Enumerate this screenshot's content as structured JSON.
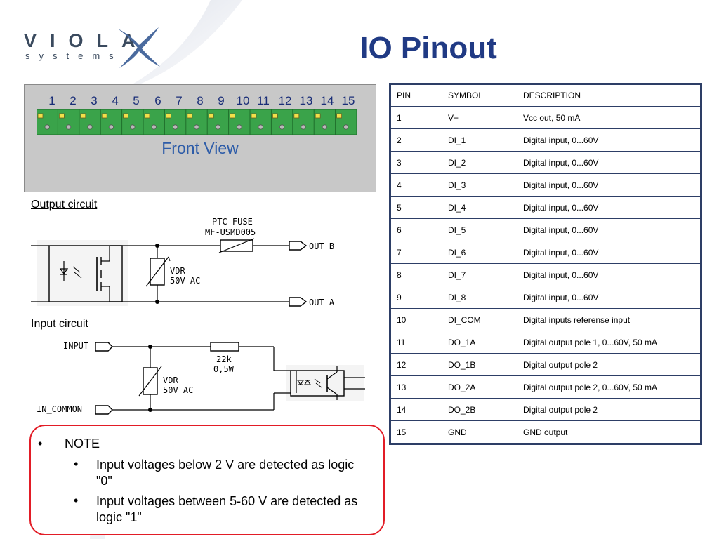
{
  "logo": {
    "wordmark": "VIOLA",
    "subtitle": "systems"
  },
  "title": "IO Pinout",
  "front_panel": {
    "pin_numbers": [
      "1",
      "2",
      "3",
      "4",
      "5",
      "6",
      "7",
      "8",
      "9",
      "10",
      "11",
      "12",
      "13",
      "14",
      "15"
    ],
    "view_label": "Front View"
  },
  "output_circuit": {
    "label": "Output circuit",
    "fuse_label_1": "PTC FUSE",
    "fuse_label_2": "MF-USMD005",
    "vdr_label_1": "VDR",
    "vdr_label_2": "50V AC",
    "out_b": "OUT_B",
    "out_a": "OUT_A"
  },
  "input_circuit": {
    "label": "Input circuit",
    "input_label": "INPUT",
    "common_label": "IN_COMMON",
    "resistor_label_1": "22k",
    "resistor_label_2": "0,5W",
    "vdr_label_1": "VDR",
    "vdr_label_2": "50V AC"
  },
  "table": {
    "headers": [
      "PIN",
      "SYMBOL",
      "DESCRIPTION"
    ],
    "rows": [
      [
        "1",
        "V+",
        "Vcc out, 50 mA"
      ],
      [
        "2",
        "DI_1",
        "Digital input, 0...60V"
      ],
      [
        "3",
        "DI_2",
        "Digital input, 0...60V"
      ],
      [
        "4",
        "DI_3",
        "Digital input, 0...60V"
      ],
      [
        "5",
        "DI_4",
        "Digital input, 0...60V"
      ],
      [
        "6",
        "DI_5",
        "Digital input, 0...60V"
      ],
      [
        "7",
        "DI_6",
        "Digital input, 0...60V"
      ],
      [
        "8",
        "DI_7",
        "Digital input, 0...60V"
      ],
      [
        "9",
        "DI_8",
        "Digital input, 0...60V"
      ],
      [
        "10",
        "DI_COM",
        "Digital inputs referense input"
      ],
      [
        "11",
        "DO_1A",
        "Digital output pole 1, 0...60V, 50 mA"
      ],
      [
        "12",
        "DO_1B",
        "Digital output pole 2"
      ],
      [
        "13",
        "DO_2A",
        "Digital output pole 2, 0...60V, 50 mA"
      ],
      [
        "14",
        "DO_2B",
        "Digital output pole 2"
      ],
      [
        "15",
        "GND",
        "GND output"
      ]
    ]
  },
  "note": {
    "bullet": "•",
    "heading": "NOTE",
    "items": [
      "Input voltages below 2 V are detected as logic \"0\"",
      "Input voltages between 5-60 V are detected as logic \"1\""
    ]
  },
  "colors": {
    "title": "#203a84",
    "terminal_green": "#3aa34a",
    "note_border": "#e21c26",
    "table_border": "#2d3e66"
  }
}
